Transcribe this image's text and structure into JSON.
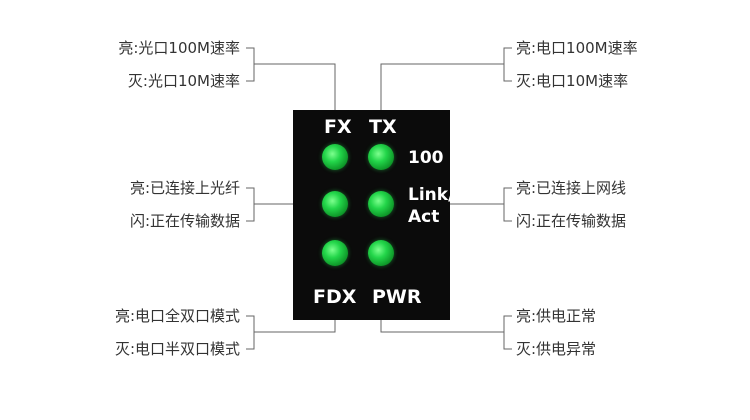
{
  "panel": {
    "fx": "FX",
    "tx": "TX",
    "speed": "100",
    "link_line1": "Link/",
    "link_line2": "Act",
    "fdx": "FDX",
    "pwr": "PWR"
  },
  "annotations": {
    "fx_on": "亮:光口100M速率",
    "fx_off": "灭:光口10M速率",
    "tx_on": "亮:电口100M速率",
    "tx_off": "灭:电口10M速率",
    "fiber_link_on": "亮:已连接上光纤",
    "fiber_link_blink": "闪:正在传输数据",
    "net_link_on": "亮:已连接上网线",
    "net_link_blink": "闪:正在传输数据",
    "fdx_on": "亮:电口全双口模式",
    "fdx_off": "灭:电口半双口模式",
    "pwr_on": "亮:供电正常",
    "pwr_off": "灭:供电异常"
  },
  "colors": {
    "led": "#23d64a",
    "panel": "#0b0b0b",
    "line": "#666666"
  }
}
